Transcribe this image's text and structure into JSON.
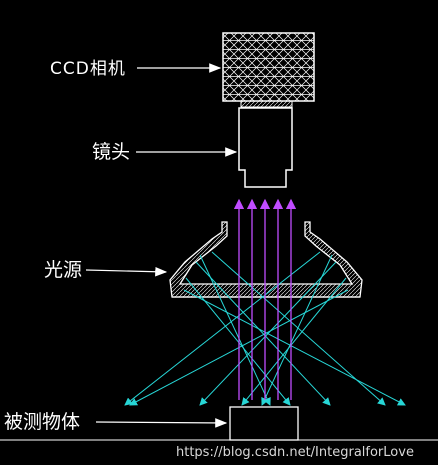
{
  "labels": {
    "ccd_camera": "CCD相机",
    "lens": "镜头",
    "light_source": "光源",
    "object": "被测物体"
  },
  "watermark": "https://blog.csdn.net/IntegralforLove",
  "colors": {
    "background": "#000000",
    "outline": "#ffffff",
    "camera_ray": "#c04cff",
    "light_ray": "#27d6d6"
  }
}
